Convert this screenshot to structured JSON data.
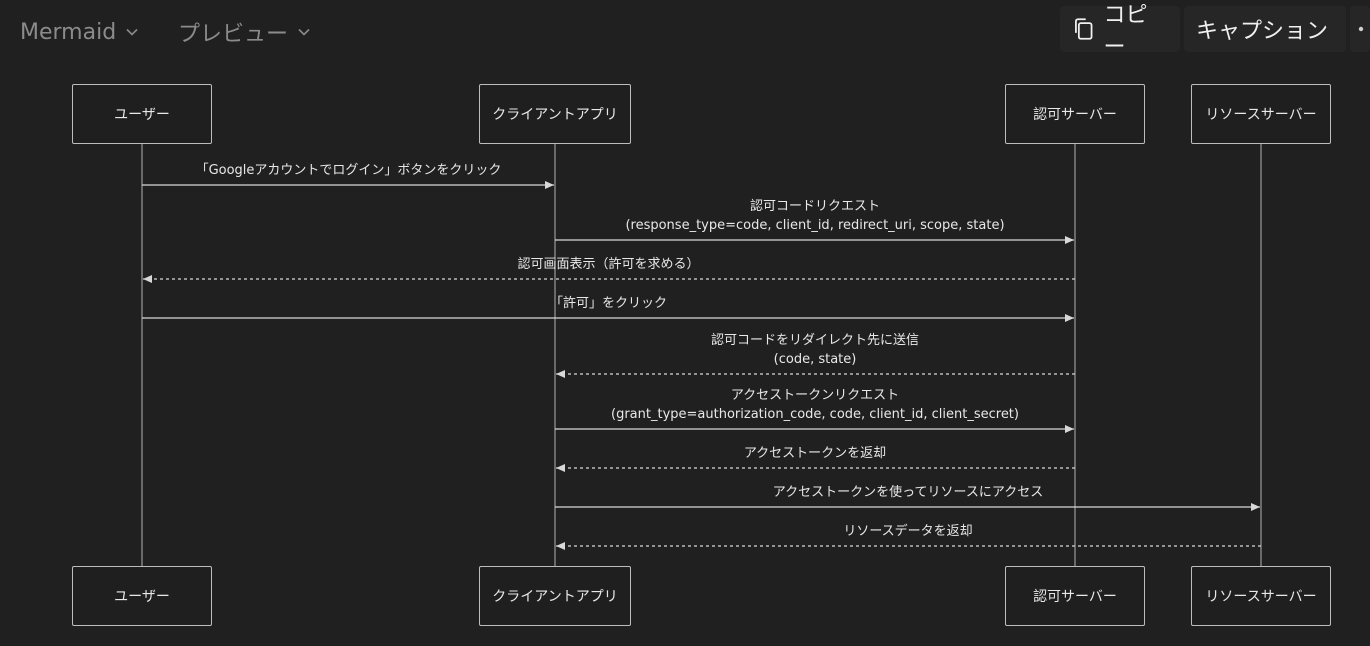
{
  "toolbar": {
    "language": "Mermaid",
    "view_mode": "プレビュー",
    "copy_label": "コピー",
    "caption_label": "キャプション"
  },
  "diagram": {
    "type": "sequence",
    "actors": [
      "ユーザー",
      "クライアントアプリ",
      "認可サーバー",
      "リソースサーバー"
    ],
    "messages": [
      {
        "from": "ユーザー",
        "to": "クライアントアプリ",
        "style": "solid",
        "lines": [
          "「Googleアカウントでログイン」ボタンをクリック"
        ]
      },
      {
        "from": "クライアントアプリ",
        "to": "認可サーバー",
        "style": "solid",
        "lines": [
          "認可コードリクエスト",
          "(response_type=code, client_id, redirect_uri, scope, state)"
        ]
      },
      {
        "from": "認可サーバー",
        "to": "ユーザー",
        "style": "dashed",
        "lines": [
          "認可画面表示（許可を求める）"
        ]
      },
      {
        "from": "ユーザー",
        "to": "認可サーバー",
        "style": "solid",
        "lines": [
          "「許可」をクリック"
        ]
      },
      {
        "from": "認可サーバー",
        "to": "クライアントアプリ",
        "style": "dashed",
        "lines": [
          "認可コードをリダイレクト先に送信",
          "(code, state)"
        ]
      },
      {
        "from": "クライアントアプリ",
        "to": "認可サーバー",
        "style": "solid",
        "lines": [
          "アクセストークンリクエスト",
          "(grant_type=authorization_code, code, client_id, client_secret)"
        ]
      },
      {
        "from": "認可サーバー",
        "to": "クライアントアプリ",
        "style": "dashed",
        "lines": [
          "アクセストークンを返却"
        ]
      },
      {
        "from": "クライアントアプリ",
        "to": "リソースサーバー",
        "style": "solid",
        "lines": [
          "アクセストークンを使ってリソースにアクセス"
        ]
      },
      {
        "from": "リソースサーバー",
        "to": "クライアントアプリ",
        "style": "dashed",
        "lines": [
          "リソースデータを返却"
        ]
      }
    ]
  },
  "colors": {
    "background": "#202020",
    "line": "#d0d0d0",
    "text": "#e8e8e8",
    "muted": "#8b8b8b"
  }
}
